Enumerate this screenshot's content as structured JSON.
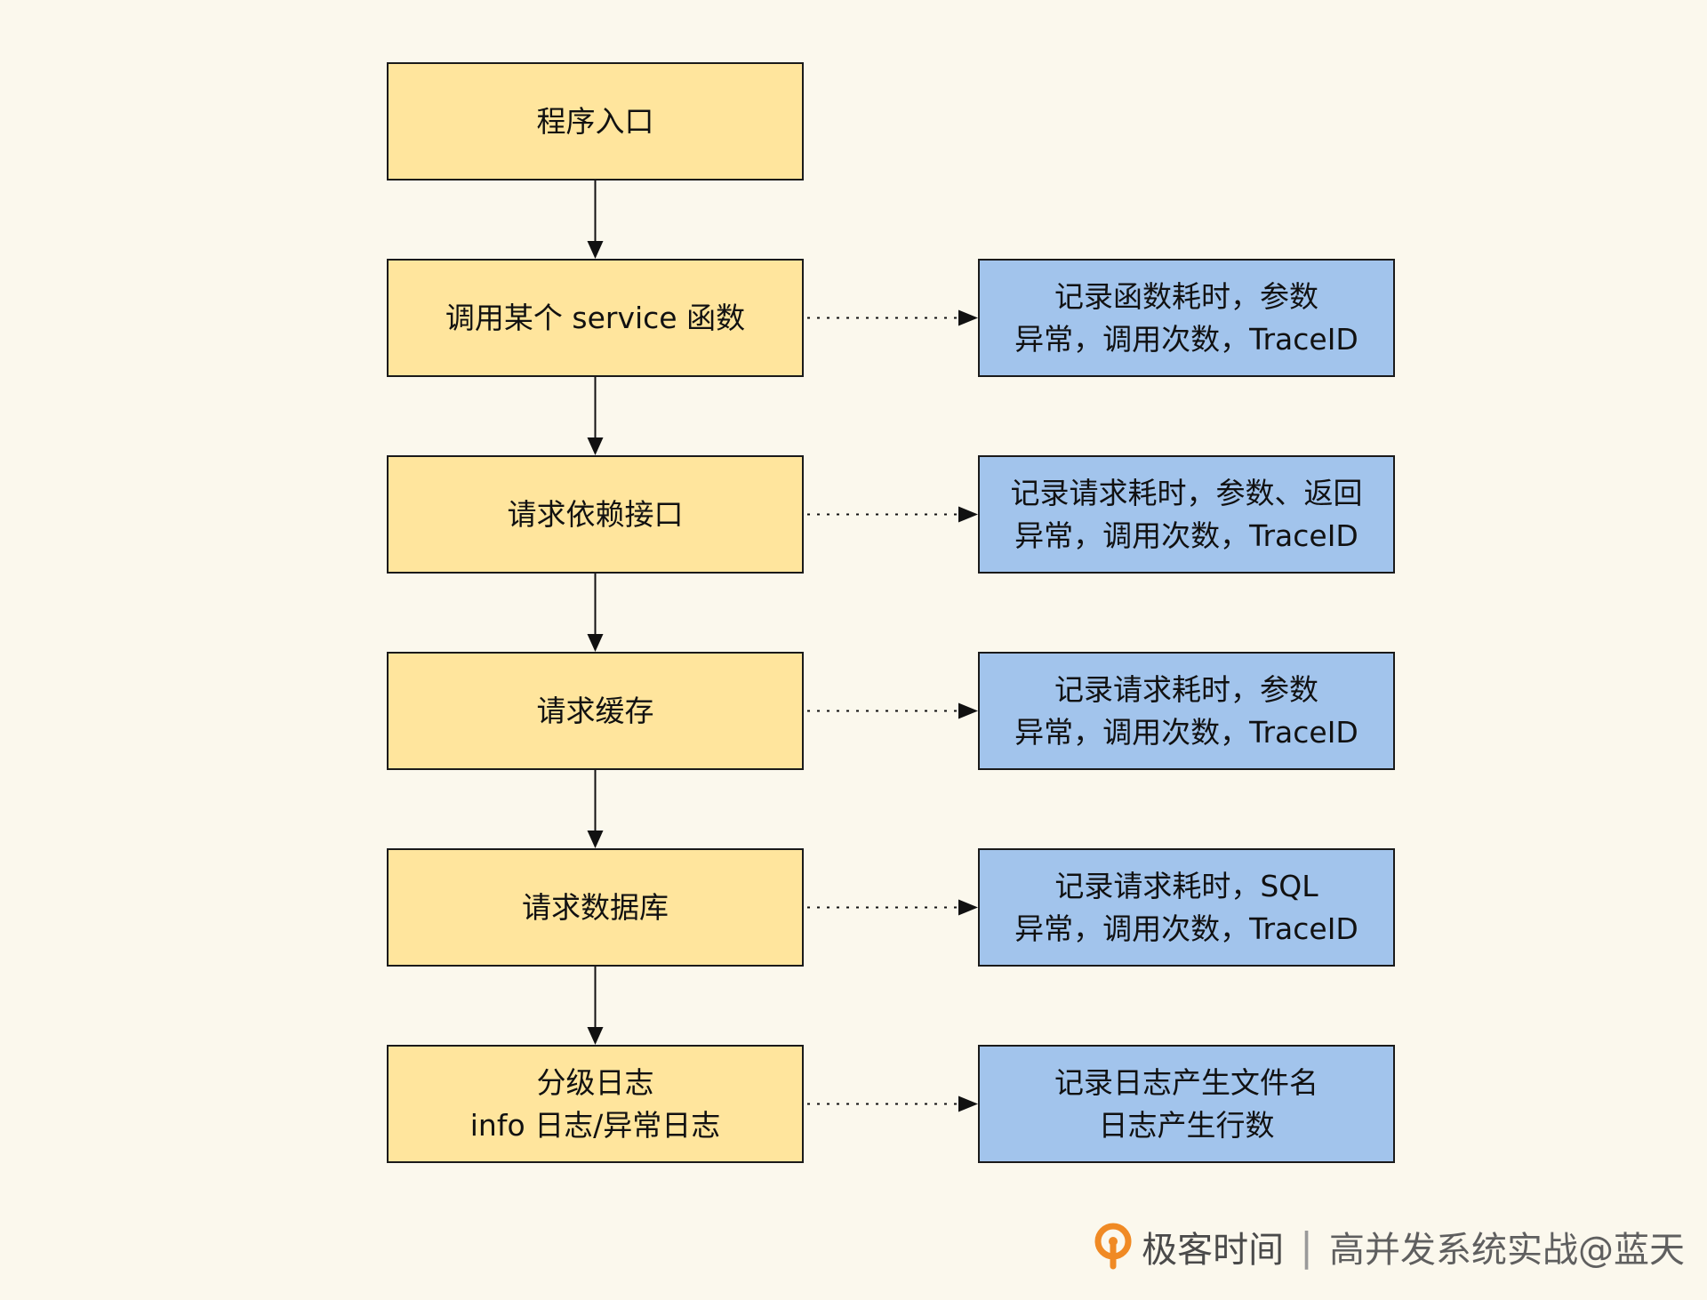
{
  "steps": [
    {
      "lines": [
        "程序入口"
      ]
    },
    {
      "lines": [
        "调用某个 service 函数"
      ]
    },
    {
      "lines": [
        "请求依赖接口"
      ]
    },
    {
      "lines": [
        "请求缓存"
      ]
    },
    {
      "lines": [
        "请求数据库"
      ]
    },
    {
      "lines": [
        "分级日志",
        "info 日志/异常日志"
      ]
    }
  ],
  "notes": [
    {
      "lines": [
        "记录函数耗时，参数",
        "异常，调用次数，TraceID"
      ]
    },
    {
      "lines": [
        "记录请求耗时，参数、返回",
        "异常，调用次数，TraceID"
      ]
    },
    {
      "lines": [
        "记录请求耗时，参数",
        "异常，调用次数，TraceID"
      ]
    },
    {
      "lines": [
        "记录请求耗时，SQL",
        "异常，调用次数，TraceID"
      ]
    },
    {
      "lines": [
        "记录日志产生文件名",
        "日志产生行数"
      ]
    }
  ],
  "colors": {
    "step_fill": "#FFE59D",
    "note_fill": "#A2C4EC",
    "background": "#FBF8ED",
    "logo_orange": "#F08A24"
  },
  "footer": {
    "brand": "极客时间",
    "separator": "|",
    "caption": "高并发系统实战@蓝天"
  }
}
